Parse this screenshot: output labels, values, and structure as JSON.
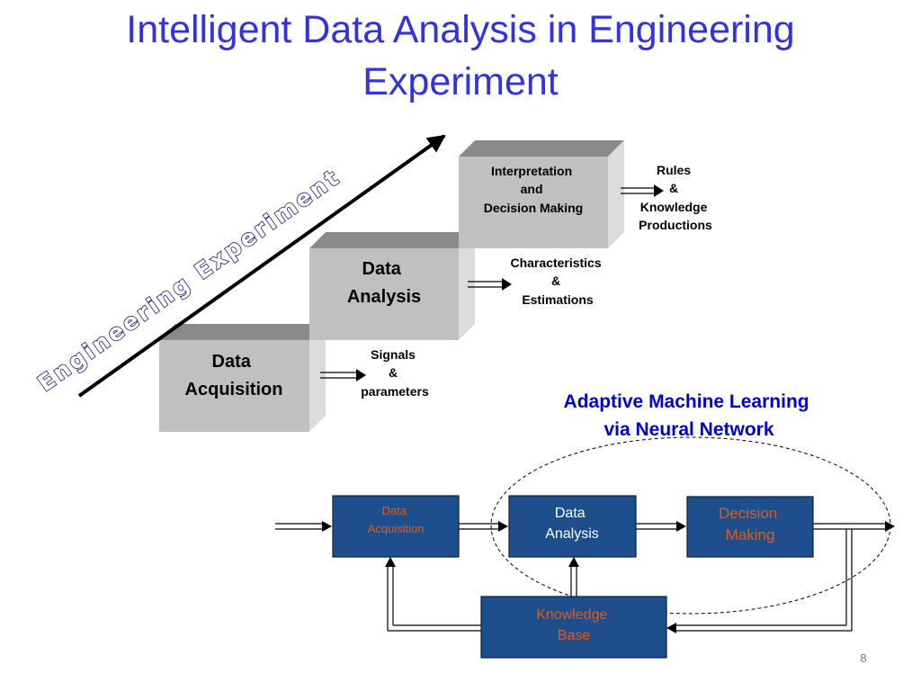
{
  "title": {
    "line1": "Intelligent Data Analysis in Engineering",
    "line2": "Experiment"
  },
  "staircase": {
    "arrow_label": "Engineering Experiment",
    "steps": [
      {
        "label_lines": [
          "Data",
          "Acquisition"
        ],
        "output_lines": [
          "Signals",
          "&",
          "parameters"
        ]
      },
      {
        "label_lines": [
          "Data",
          "Analysis"
        ],
        "output_lines": [
          "Characteristics",
          "&",
          "Estimations"
        ]
      },
      {
        "label_lines": [
          "Interpretation",
          "and",
          "Decision  Making"
        ],
        "output_lines": [
          "Rules",
          "&",
          "Knowledge",
          "Productions"
        ]
      }
    ]
  },
  "network": {
    "caption_lines": [
      "Adaptive Machine Learning",
      "via Neural Network"
    ],
    "blocks": {
      "acquisition": [
        "Data",
        "Acquisition"
      ],
      "analysis": [
        "Data",
        "Analysis"
      ],
      "decision": [
        "Decision",
        "Making"
      ],
      "knowledge": [
        "Knowledge",
        "Base"
      ]
    }
  },
  "page_number": "8",
  "colors": {
    "title": "#3333dd",
    "caption": "#0000cc",
    "block_fill": "#1f4e8c",
    "block_text_orange": "#e05a1a",
    "block_text_white": "#ffffff",
    "step_front": "#c0c0c0",
    "step_top": "#8a8a8a",
    "step_side": "#dcdcdc"
  }
}
